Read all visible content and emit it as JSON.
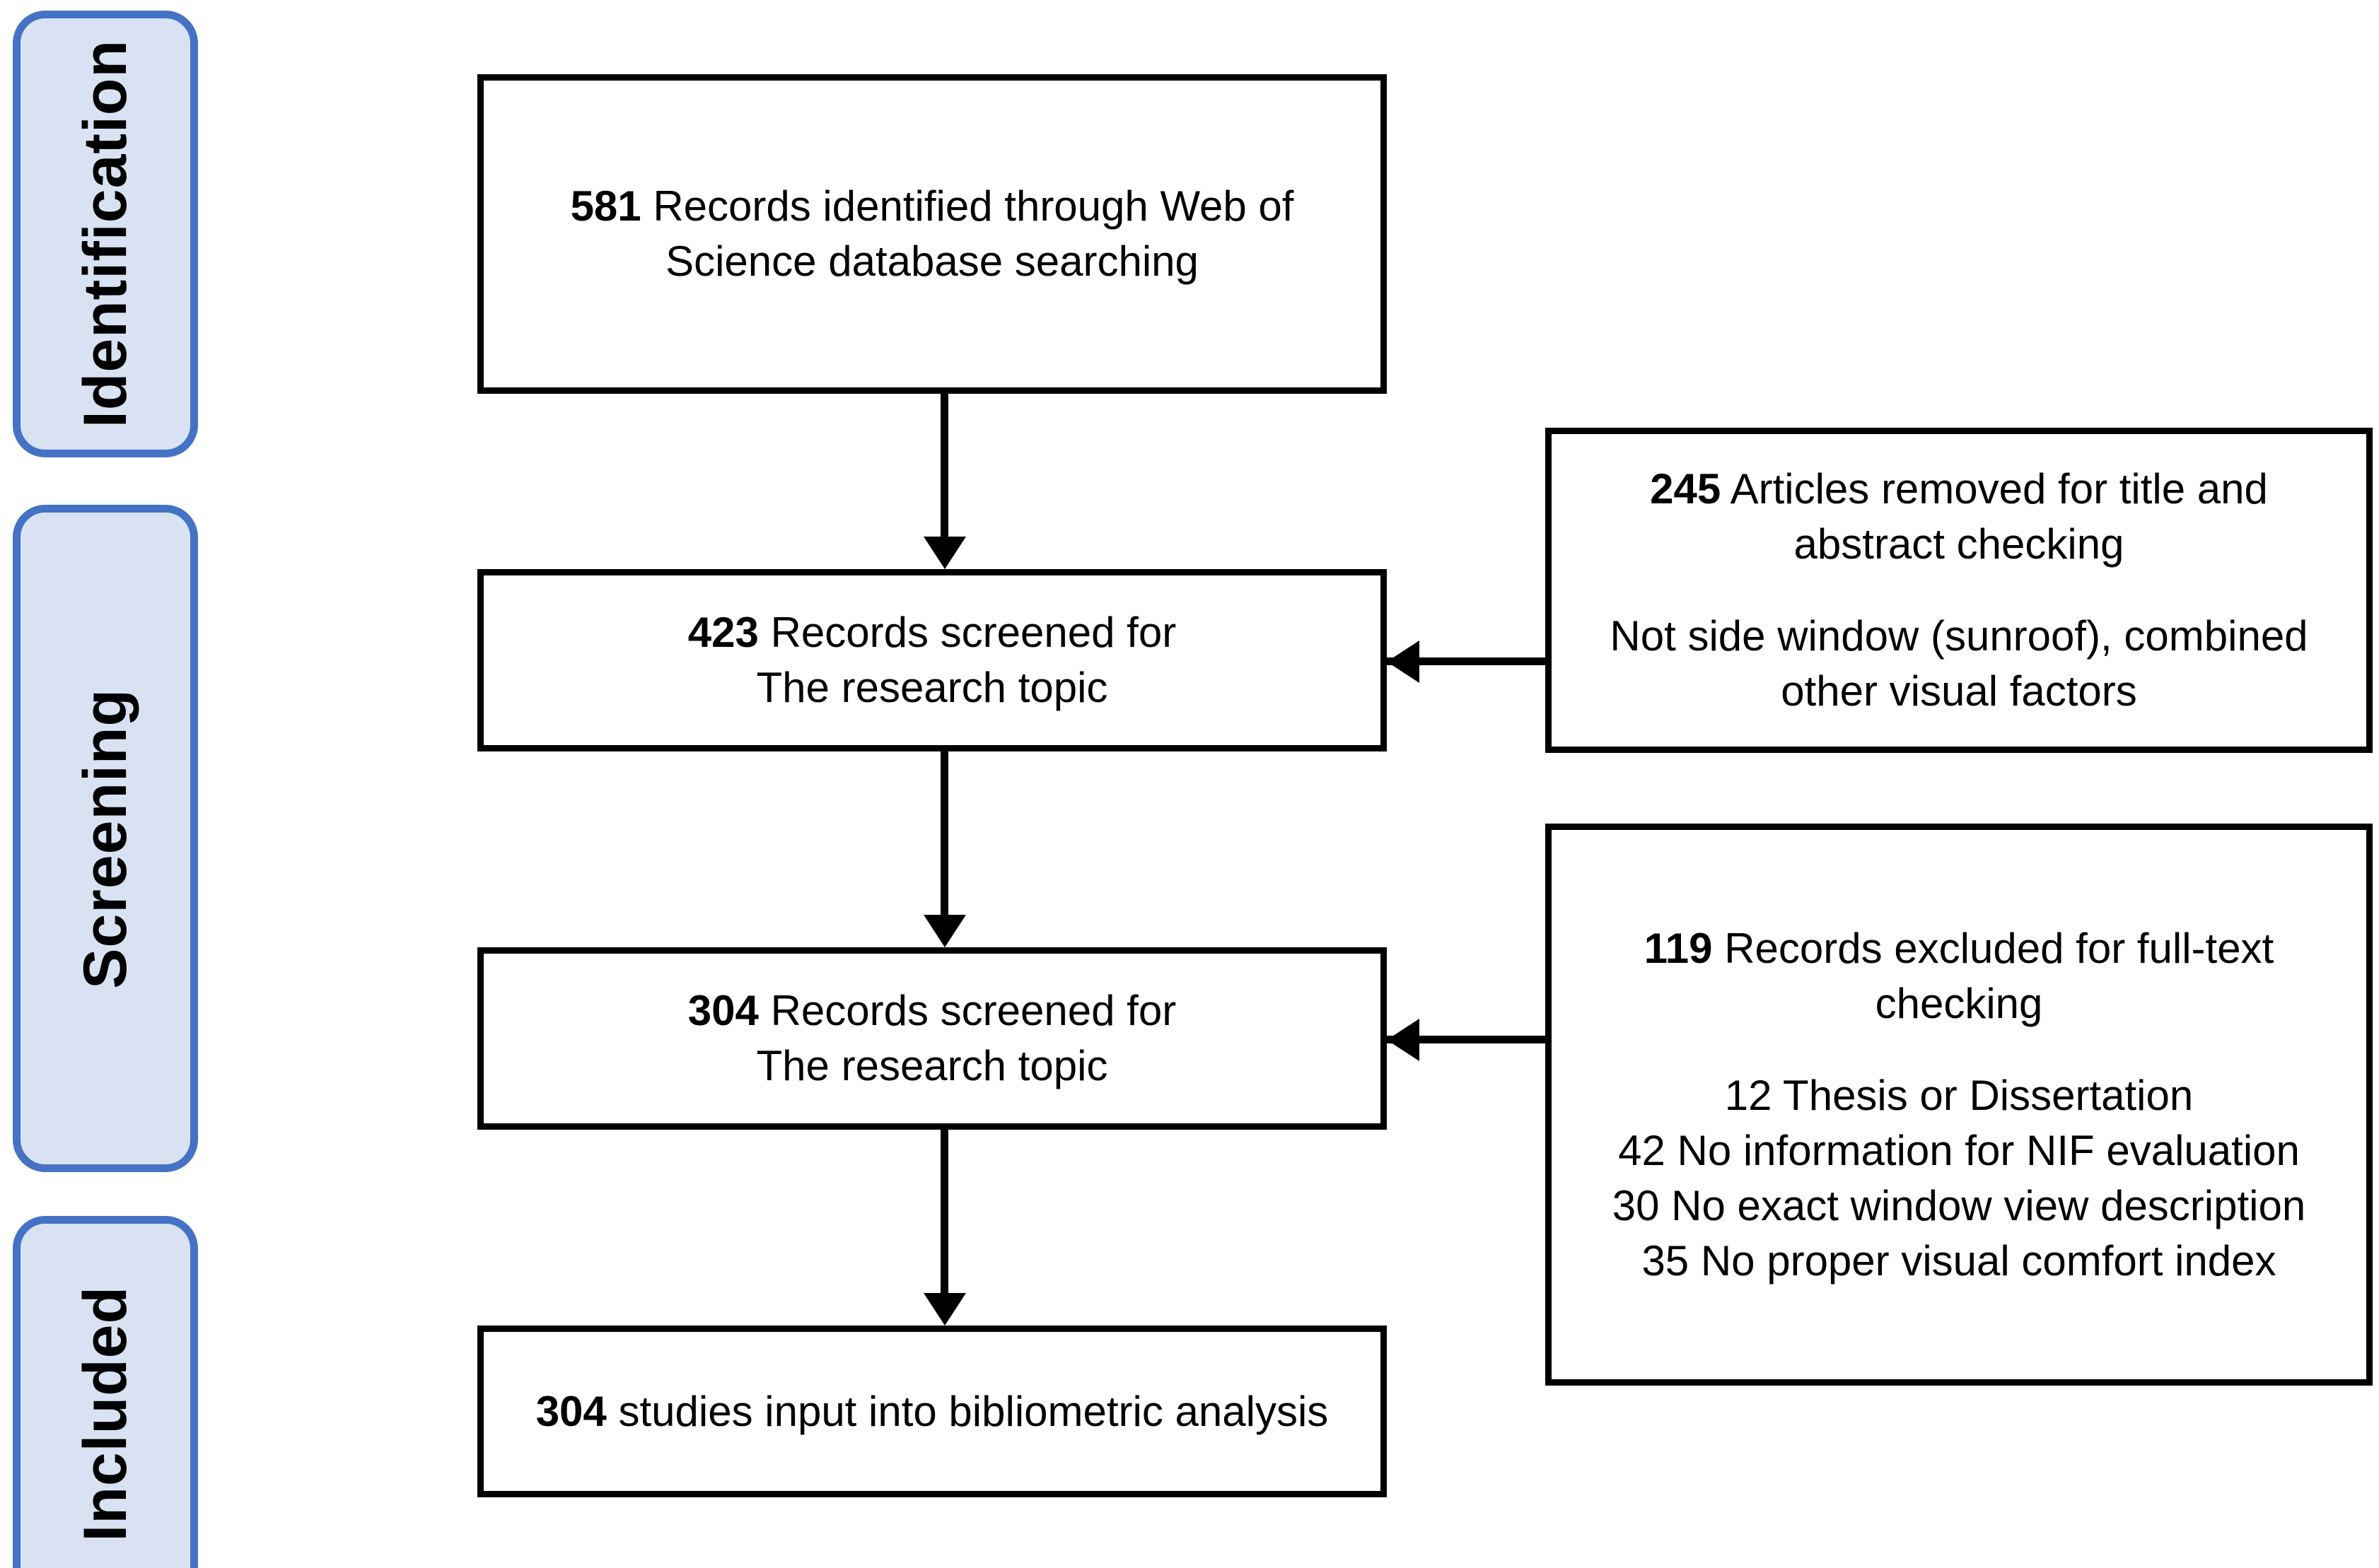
{
  "diagram": {
    "type": "prisma-flow-diagram",
    "colors": {
      "stage_border": "#4472C4",
      "stage_fill": "#D9E2F3",
      "box_border": "#000000",
      "box_fill": "#FFFFFF",
      "text": "#000000"
    }
  },
  "stages": [
    {
      "id": "identification",
      "label": "Identification"
    },
    {
      "id": "screening",
      "label": "Screening"
    },
    {
      "id": "included",
      "label": "Included"
    }
  ],
  "flow_boxes": [
    {
      "id": "identified",
      "count": "581",
      "text": " Records identified through Web of Science database searching"
    },
    {
      "id": "screened-1",
      "count": "423",
      "text": " Records screened for\nThe research topic"
    },
    {
      "id": "screened-2",
      "count": "304",
      "text": " Records screened for\nThe research topic"
    },
    {
      "id": "included-studies",
      "count": "304",
      "text": " studies input into bibliometric analysis"
    }
  ],
  "exclusion_boxes": [
    {
      "id": "title-abstract",
      "count": "245",
      "heading": " Articles removed for title and abstract checking",
      "reasons": "Not side window (sunroof), combined other visual factors"
    },
    {
      "id": "full-text",
      "count": "119",
      "heading": " Records excluded for full-text checking",
      "reasons": "12 Thesis or Dissertation\n42 No information for NIF evaluation\n30 No exact window view description\n35 No proper visual comfort index"
    }
  ],
  "arrows": [
    {
      "id": "identified-to-screened-1",
      "direction": "down"
    },
    {
      "id": "screened-1-to-screened-2",
      "direction": "down"
    },
    {
      "id": "screened-2-to-included",
      "direction": "down"
    },
    {
      "id": "exclusion-title-abstract-to-screened-1",
      "direction": "left"
    },
    {
      "id": "exclusion-full-text-to-screened-2",
      "direction": "left"
    }
  ]
}
